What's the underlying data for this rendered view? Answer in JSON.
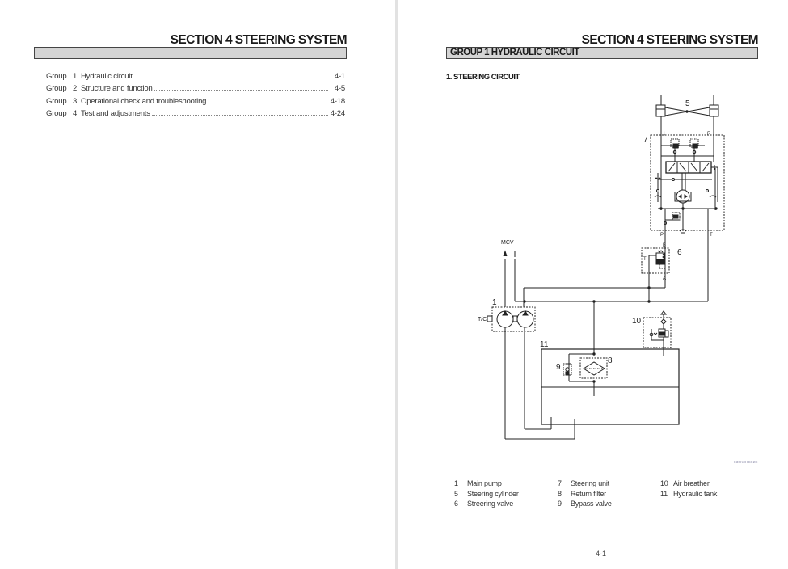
{
  "left_page": {
    "section_title": "SECTION  4  STEERING SYSTEM",
    "toc": [
      {
        "group": "Group",
        "number": "1",
        "title": "Hydraulic circuit",
        "page": "4-1"
      },
      {
        "group": "Group",
        "number": "2",
        "title": "Structure and function",
        "page": "4-5"
      },
      {
        "group": "Group",
        "number": "3",
        "title": "Operational check and troubleshooting",
        "page": "4-18"
      },
      {
        "group": "Group",
        "number": "4",
        "title": "Test and adjustments",
        "page": "4-24"
      }
    ]
  },
  "right_page": {
    "section_title": "SECTION  4  STEERING SYSTEM",
    "group_heading": "GROUP  1  HYDRAULIC CIRCUIT",
    "sub_heading": "1. STEERING CIRCUIT",
    "diagram_labels": {
      "cylinder": "5",
      "steering_unit": "7",
      "port_l": "L",
      "port_r": "R",
      "port_p": "P",
      "port_t": "T",
      "mcv": "MCV",
      "steering_valve": "6",
      "sv_port_b": "B",
      "sv_port_t": "T",
      "sv_port_a": "A",
      "pump": "1",
      "tc": "T/C",
      "air_breather": "10",
      "tank": "11",
      "return_filter": "8",
      "bypass_valve": "9"
    },
    "figure_code": "830K3HC02E",
    "legend": [
      [
        {
          "num": "1",
          "label": "Main pump"
        },
        {
          "num": "5",
          "label": "Steering cylinder"
        },
        {
          "num": "6",
          "label": "Streering valve"
        }
      ],
      [
        {
          "num": "7",
          "label": "Steering unit"
        },
        {
          "num": "8",
          "label": "Return filter"
        },
        {
          "num": "9",
          "label": "Bypass valve"
        }
      ],
      [
        {
          "num": "10",
          "label": "Air breather"
        },
        {
          "num": "11",
          "label": "Hydraulic tank"
        }
      ]
    ],
    "page_number": "4-1"
  }
}
